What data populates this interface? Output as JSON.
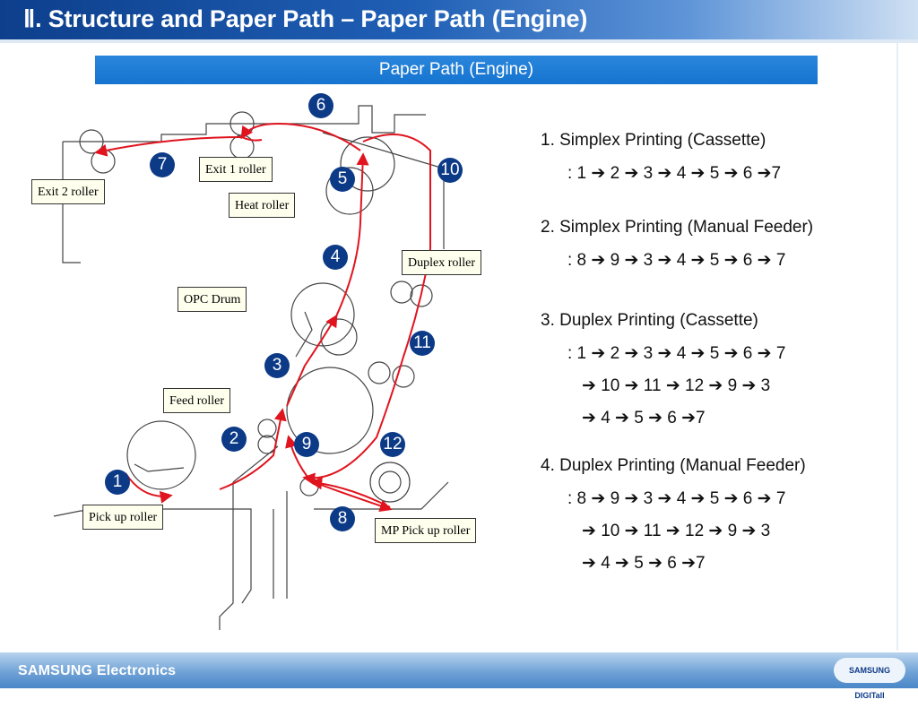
{
  "header": {
    "title": "Ⅱ. Structure and Paper Path – Paper Path (Engine)"
  },
  "subtitle": "Paper Path (Engine)",
  "diagram": {
    "labels": {
      "exit2": "Exit 2 roller",
      "exit1": "Exit 1 roller",
      "heat": "Heat roller",
      "duplex": "Duplex roller",
      "opc": "OPC Drum",
      "feed": "Feed roller",
      "pickup": "Pick up roller",
      "mp_pickup": "MP Pick up roller"
    },
    "numbers": [
      "1",
      "2",
      "3",
      "4",
      "5",
      "6",
      "7",
      "8",
      "9",
      "10",
      "11",
      "12"
    ],
    "colors": {
      "path": "#e0141e",
      "marker": "#0c3a87"
    }
  },
  "steps": [
    {
      "title": "1. Simplex Printing (Cassette)",
      "lines": [
        ": 1 ➔ 2 ➔ 3 ➔ 4 ➔ 5 ➔ 6 ➔7"
      ]
    },
    {
      "title": "2. Simplex Printing (Manual Feeder)",
      "lines": [
        ": 8 ➔ 9 ➔ 3 ➔ 4 ➔ 5 ➔ 6 ➔ 7"
      ]
    },
    {
      "title": "3. Duplex Printing (Cassette)",
      "lines": [
        ": 1 ➔ 2 ➔ 3 ➔ 4 ➔ 5 ➔ 6 ➔ 7",
        "➔ 10 ➔ 11 ➔ 12 ➔ 9 ➔ 3",
        "➔ 4 ➔ 5 ➔ 6 ➔7"
      ]
    },
    {
      "title": "4. Duplex Printing (Manual Feeder)",
      "lines": [
        ": 8 ➔ 9 ➔ 3 ➔ 4 ➔ 5 ➔ 6 ➔ 7",
        "➔ 10 ➔ 11 ➔ 12 ➔ 9 ➔ 3",
        "➔ 4 ➔ 5 ➔ 6 ➔7"
      ]
    }
  ],
  "footer": {
    "brand": "SAMSUNG Electronics",
    "logo": "SAMSUNG DIGITall"
  }
}
